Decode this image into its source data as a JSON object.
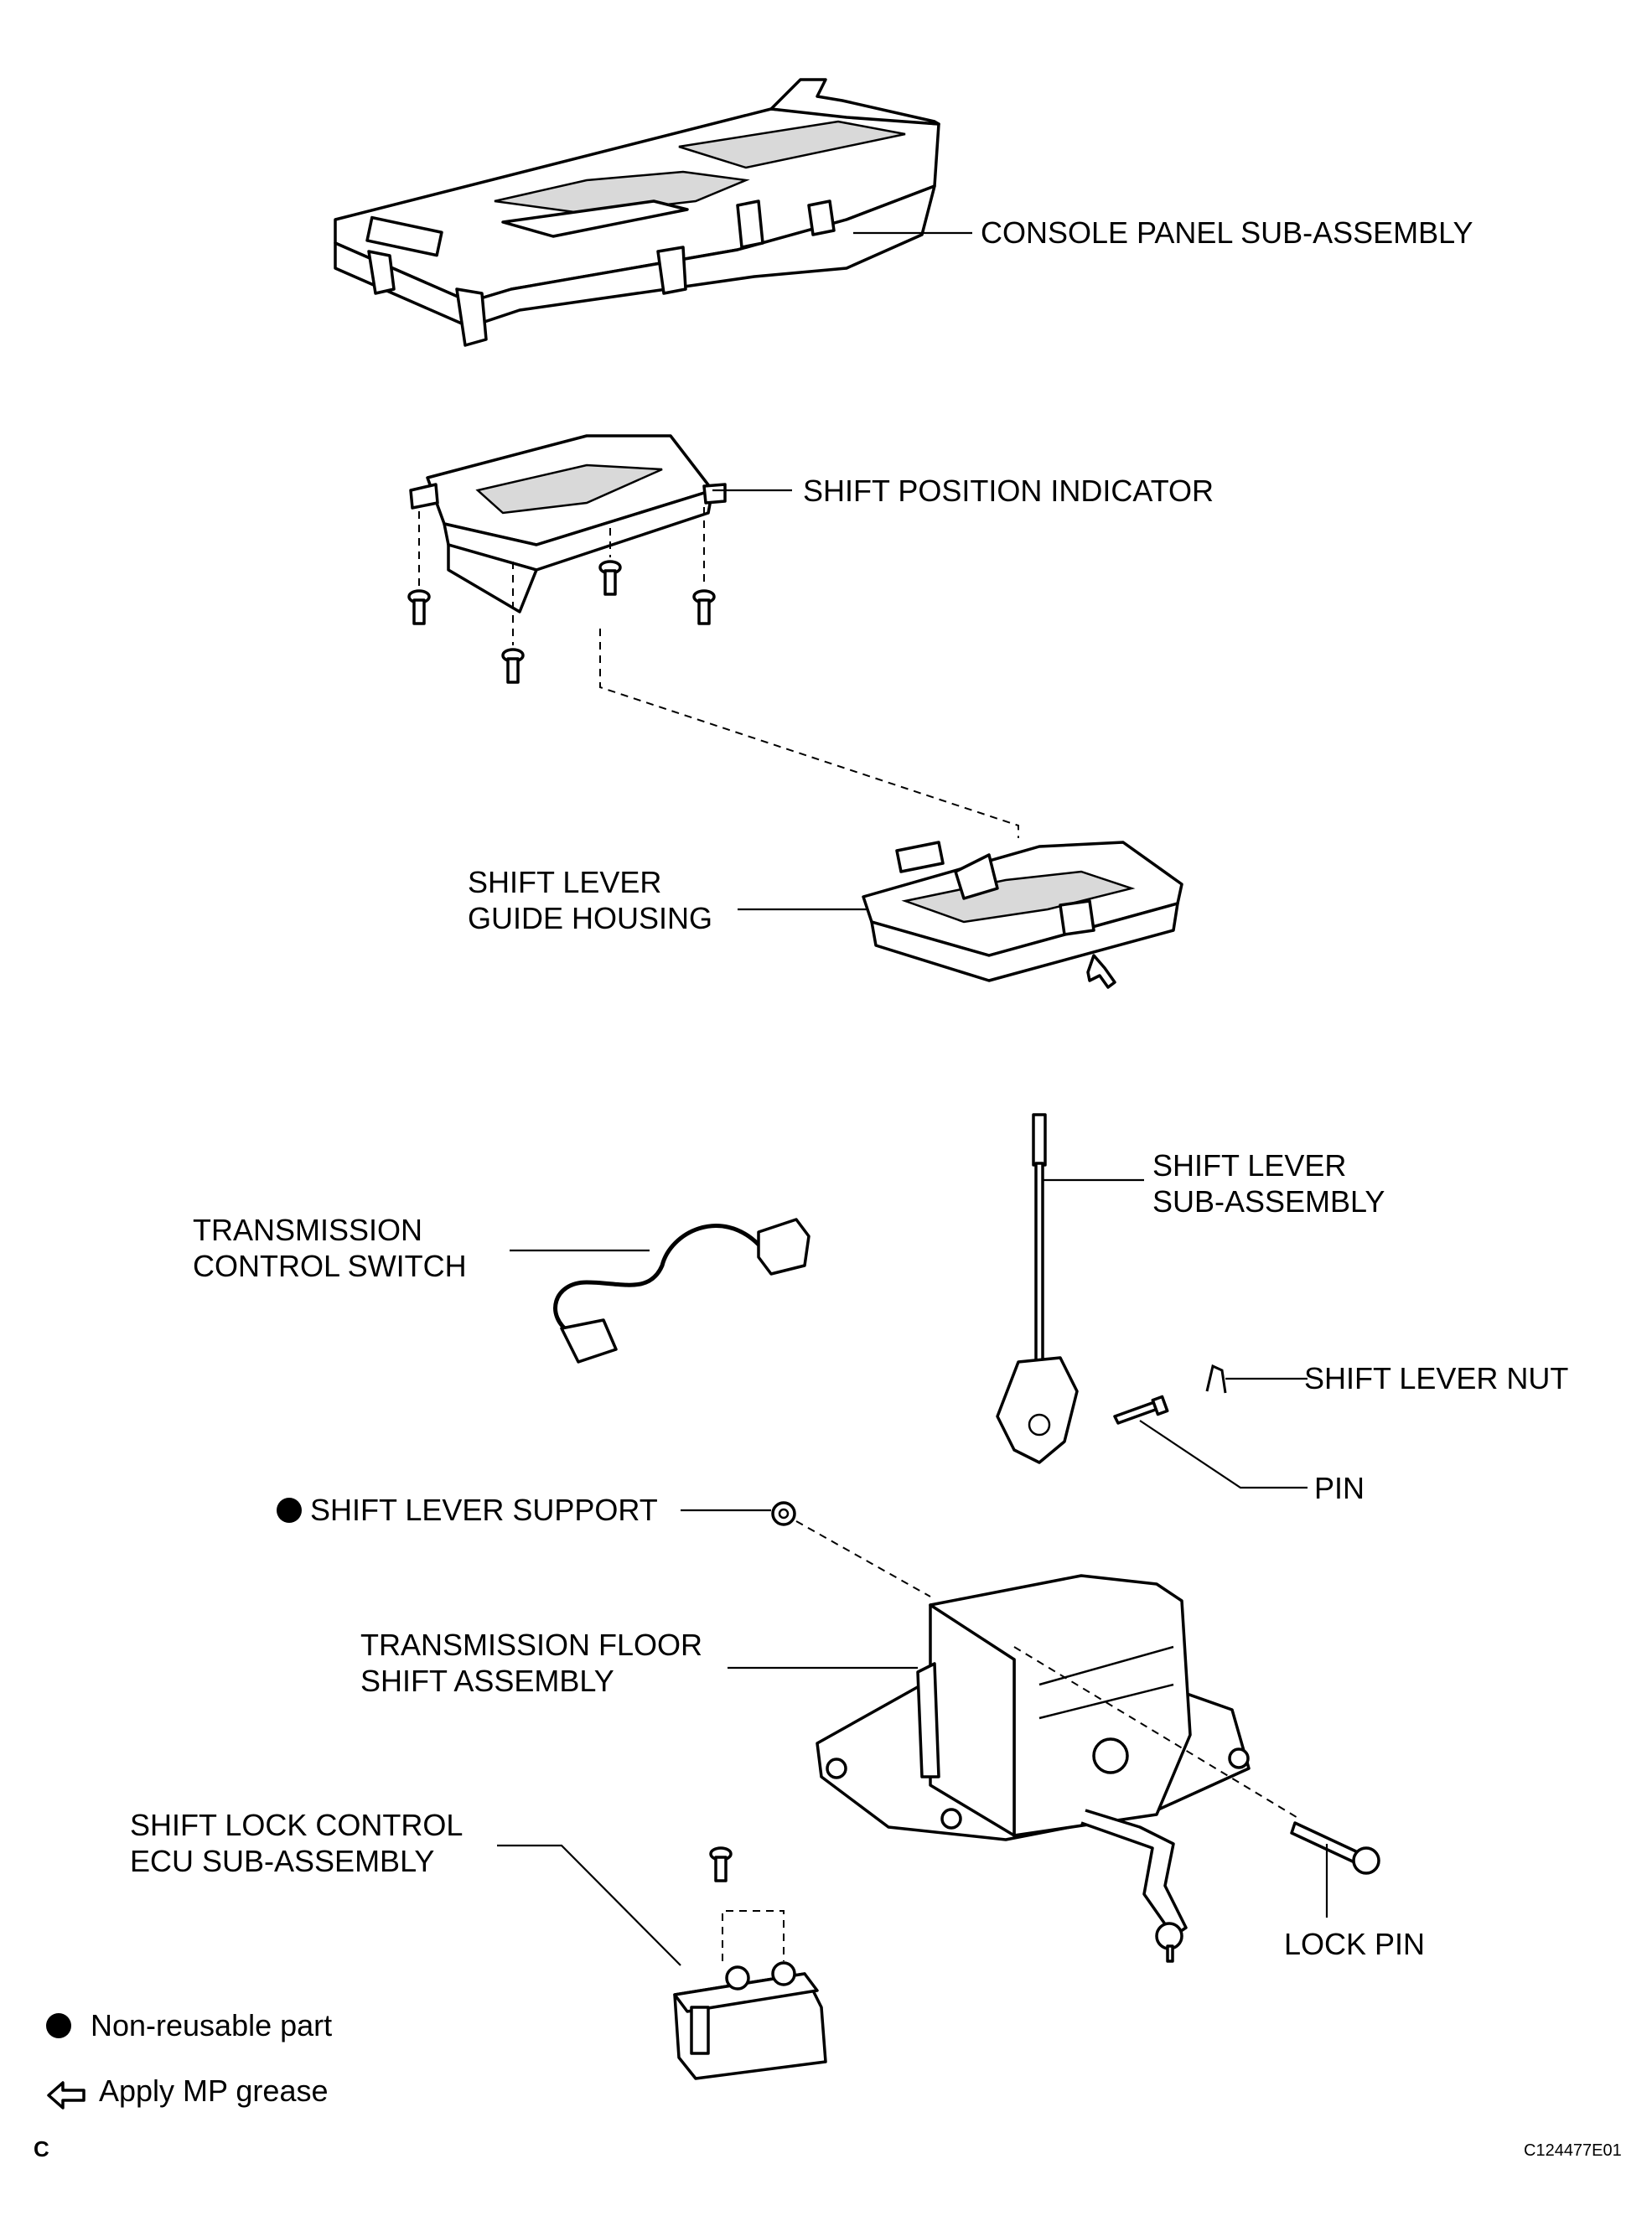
{
  "parts": {
    "console_panel": "CONSOLE PANEL SUB-ASSEMBLY",
    "shift_position_indicator": "SHIFT POSITION INDICATOR",
    "guide_housing_line1": "SHIFT LEVER",
    "guide_housing_line2": "GUIDE HOUSING",
    "trans_control_switch_line1": "TRANSMISSION",
    "trans_control_switch_line2": "CONTROL SWITCH",
    "shift_lever_line1": "SHIFT LEVER",
    "shift_lever_line2": "SUB-ASSEMBLY",
    "shift_lever_nut": "SHIFT LEVER NUT",
    "pin": "PIN",
    "shift_lever_support": "SHIFT LEVER SUPPORT",
    "floor_shift_line1": "TRANSMISSION FLOOR",
    "floor_shift_line2": "SHIFT ASSEMBLY",
    "shift_lock_ecu_line1": "SHIFT LOCK CONTROL",
    "shift_lock_ecu_line2": "ECU SUB-ASSEMBLY",
    "lock_pin": "LOCK PIN"
  },
  "legend": {
    "non_reusable": "Non-reusable part",
    "apply_grease": "Apply MP grease"
  },
  "footer": {
    "corner_letter": "C",
    "figure_code": "C124477E01"
  }
}
